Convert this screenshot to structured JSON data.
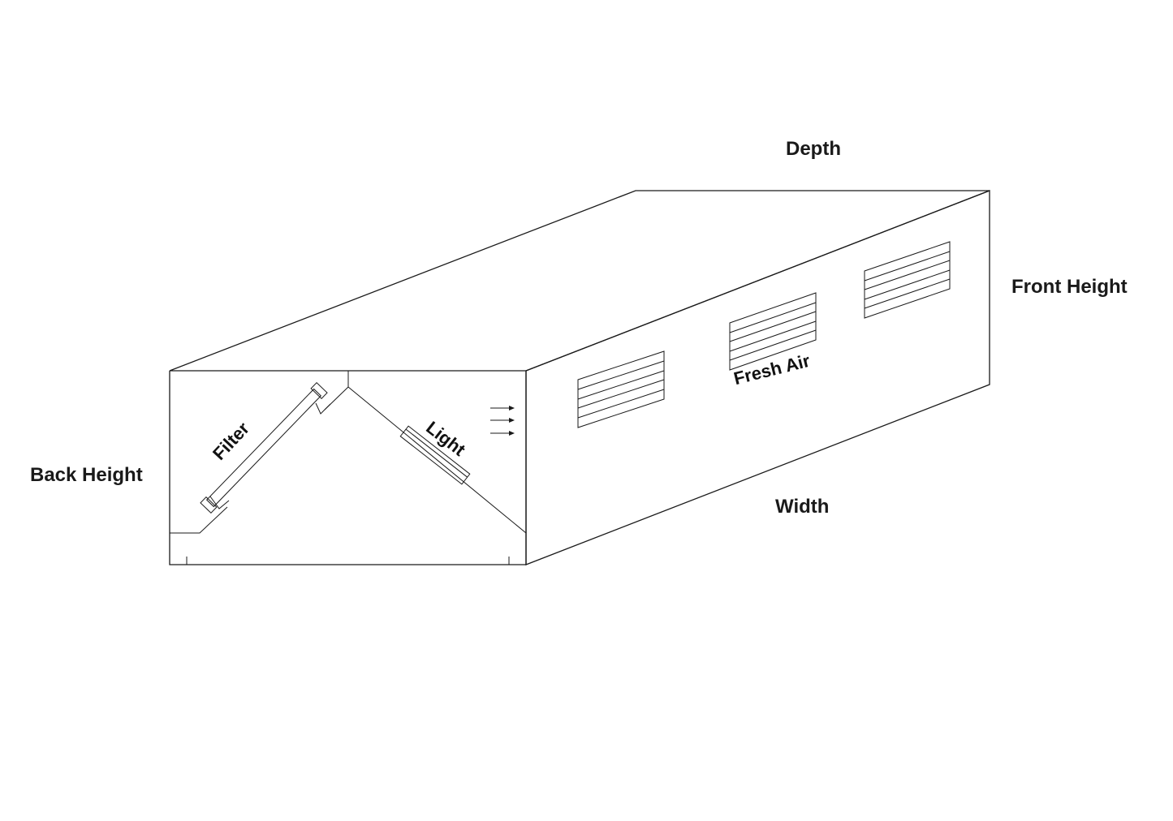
{
  "labels": {
    "depth": "Depth",
    "front_height": "Front Height",
    "back_height": "Back Height",
    "width": "Width",
    "filter": "Filter",
    "light": "Light",
    "fresh_air": "Fresh Air"
  },
  "colors": {
    "line": "#1a1a1a",
    "background": "#ffffff"
  }
}
